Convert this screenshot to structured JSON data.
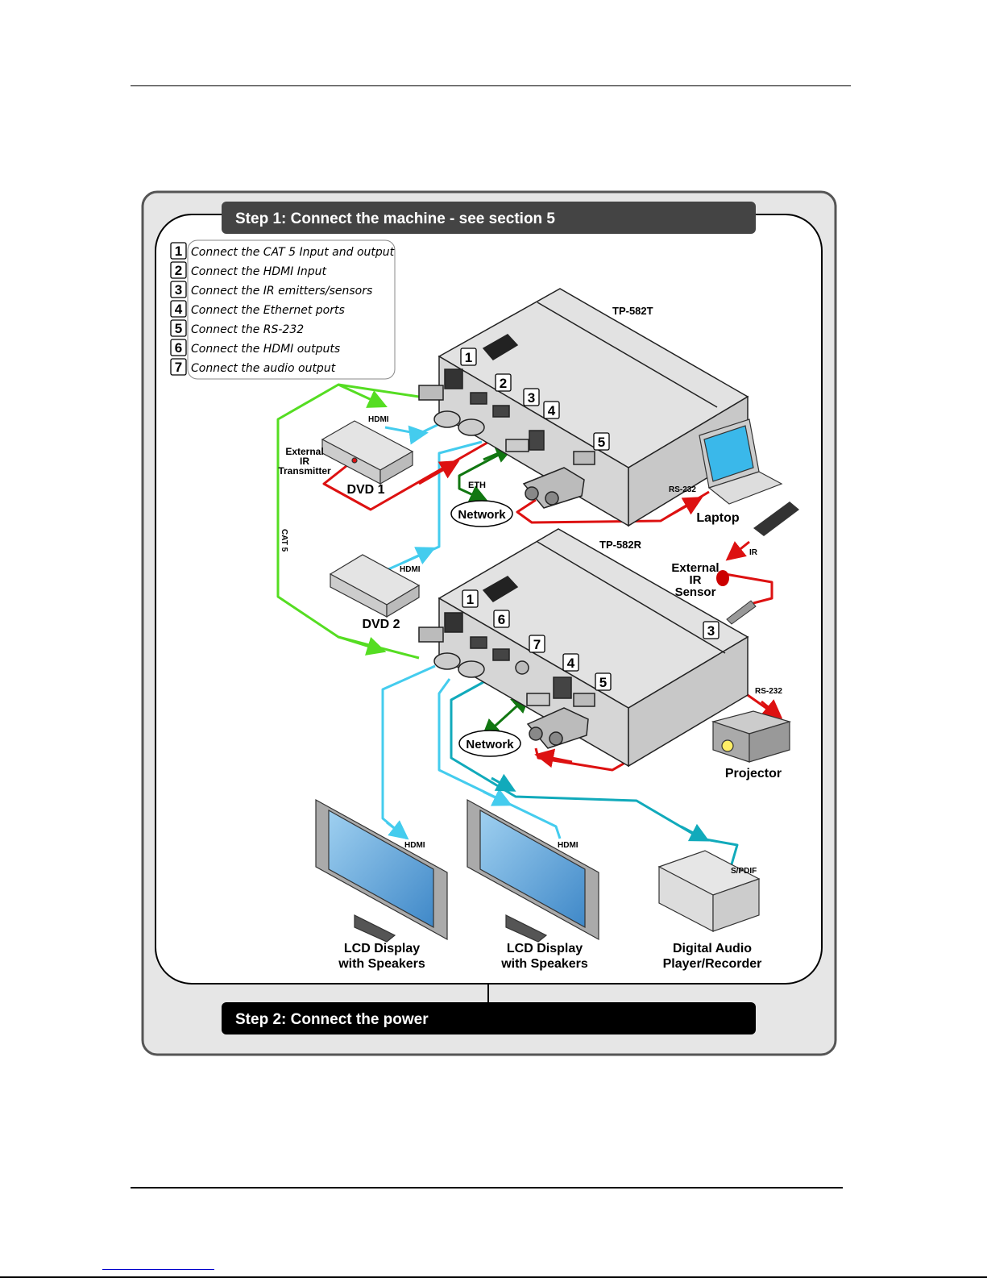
{
  "step1": {
    "title": "Step 1: Connect the machine - see section 5"
  },
  "step2": {
    "title": "Step 2: Connect the power"
  },
  "steps": [
    {
      "num": "1",
      "text": "Connect the CAT 5 Input and output"
    },
    {
      "num": "2",
      "text": "Connect the HDMI Input"
    },
    {
      "num": "3",
      "text": "Connect the IR emitters/sensors"
    },
    {
      "num": "4",
      "text": "Connect the Ethernet ports"
    },
    {
      "num": "5",
      "text": "Connect the RS-232"
    },
    {
      "num": "6",
      "text": "Connect the HDMI outputs"
    },
    {
      "num": "7",
      "text": "Connect the audio output"
    }
  ],
  "transmitter": {
    "model": "TP-582T",
    "badges": [
      "1",
      "2",
      "3",
      "4",
      "5"
    ]
  },
  "receiver": {
    "model": "TP-582R",
    "badges": [
      "1",
      "6",
      "7",
      "4",
      "5",
      "3"
    ]
  },
  "labels": {
    "hdmi": "HDMI",
    "cat5": "CAT 5",
    "eth": "ETH",
    "network": "Network",
    "rs232": "RS-232",
    "ir": "IR",
    "spdif": "S/PDIF",
    "ext_ir_tx": [
      "External",
      "IR",
      "Transmitter"
    ],
    "ext_ir_sensor": [
      "External",
      "IR",
      "Sensor"
    ],
    "dvd1": "DVD 1",
    "dvd2": "DVD 2",
    "laptop": "Laptop",
    "projector": "Projector",
    "lcd": [
      "LCD Display",
      "with Speakers"
    ],
    "audio": [
      "Digital Audio",
      "Player/Recorder"
    ]
  },
  "colors": {
    "cat5": "#55dd22",
    "hdmi": "#44ccee",
    "spdif": "#11aabb",
    "ir_rs232": "#dd1111",
    "eth": "#117711",
    "banner": "#444444"
  }
}
